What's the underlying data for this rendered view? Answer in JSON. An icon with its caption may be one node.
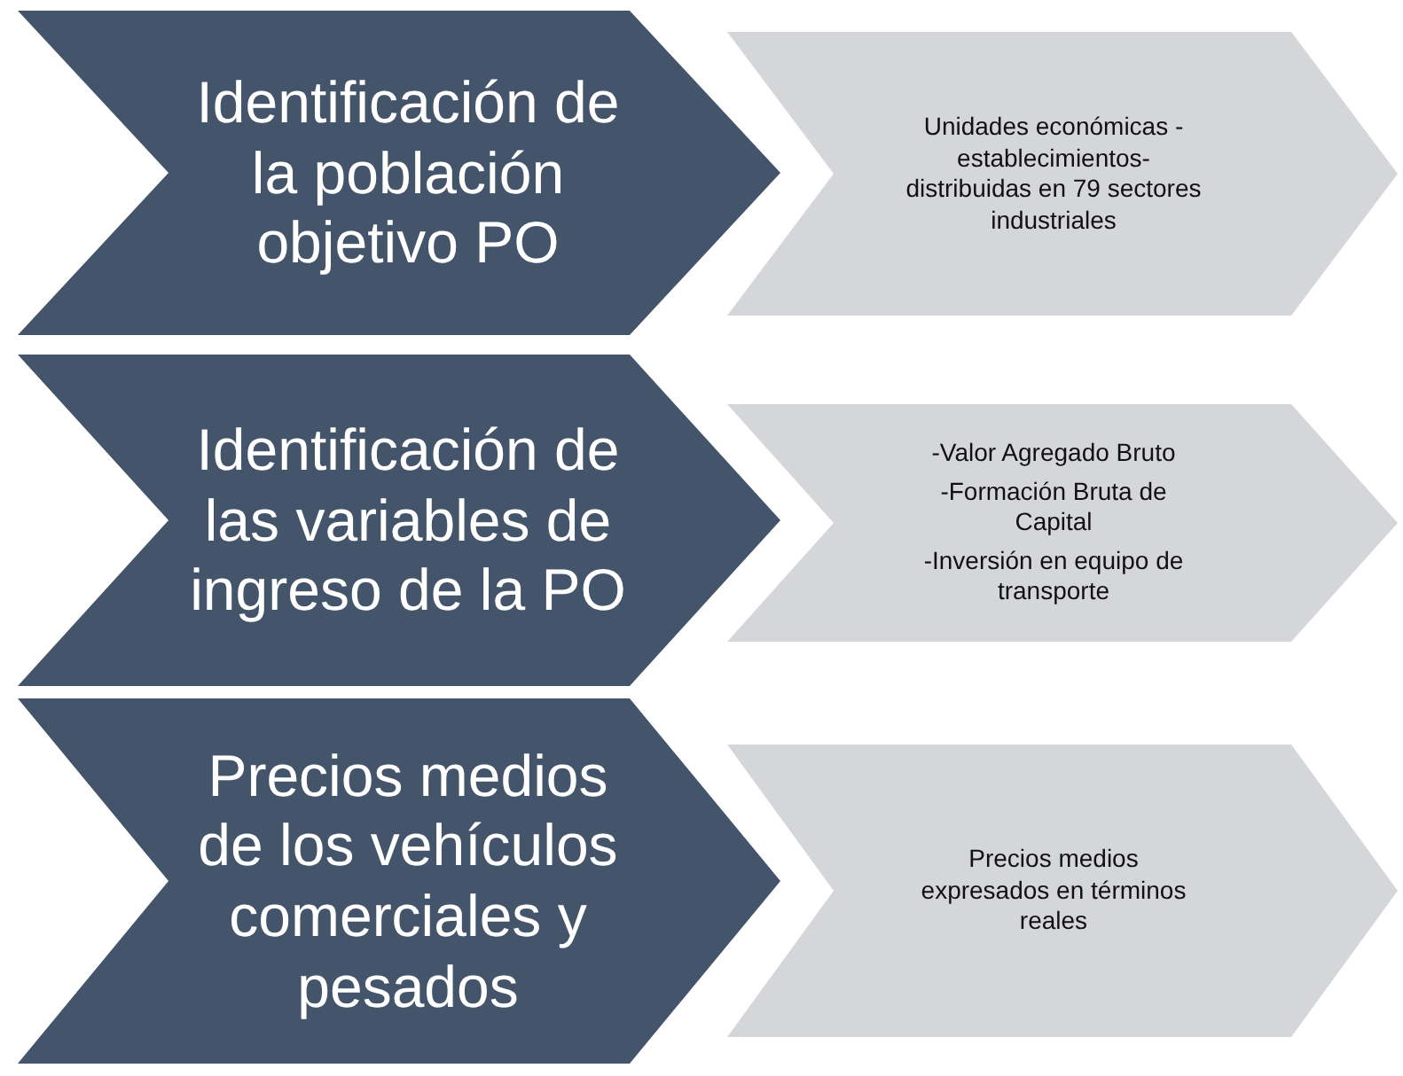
{
  "diagram": {
    "nodes": [
      {
        "text": [
          "Identificación de la población objetivo PO"
        ]
      },
      {
        "text": [
          "Unidades económicas - establecimientos- distribuidas en 79 sectores industriales"
        ]
      },
      {
        "text": [
          "Identificación de las variables de ingreso de la PO"
        ]
      },
      {
        "text": [
          "-Valor Agregado Bruto",
          "-Formación Bruta de Capital",
          "-Inversión en equipo de transporte"
        ]
      },
      {
        "text": [
          "Precios medios de los vehículos comerciales y pesados"
        ]
      },
      {
        "text": [
          "Precios medios expresados en términos reales"
        ]
      }
    ]
  }
}
